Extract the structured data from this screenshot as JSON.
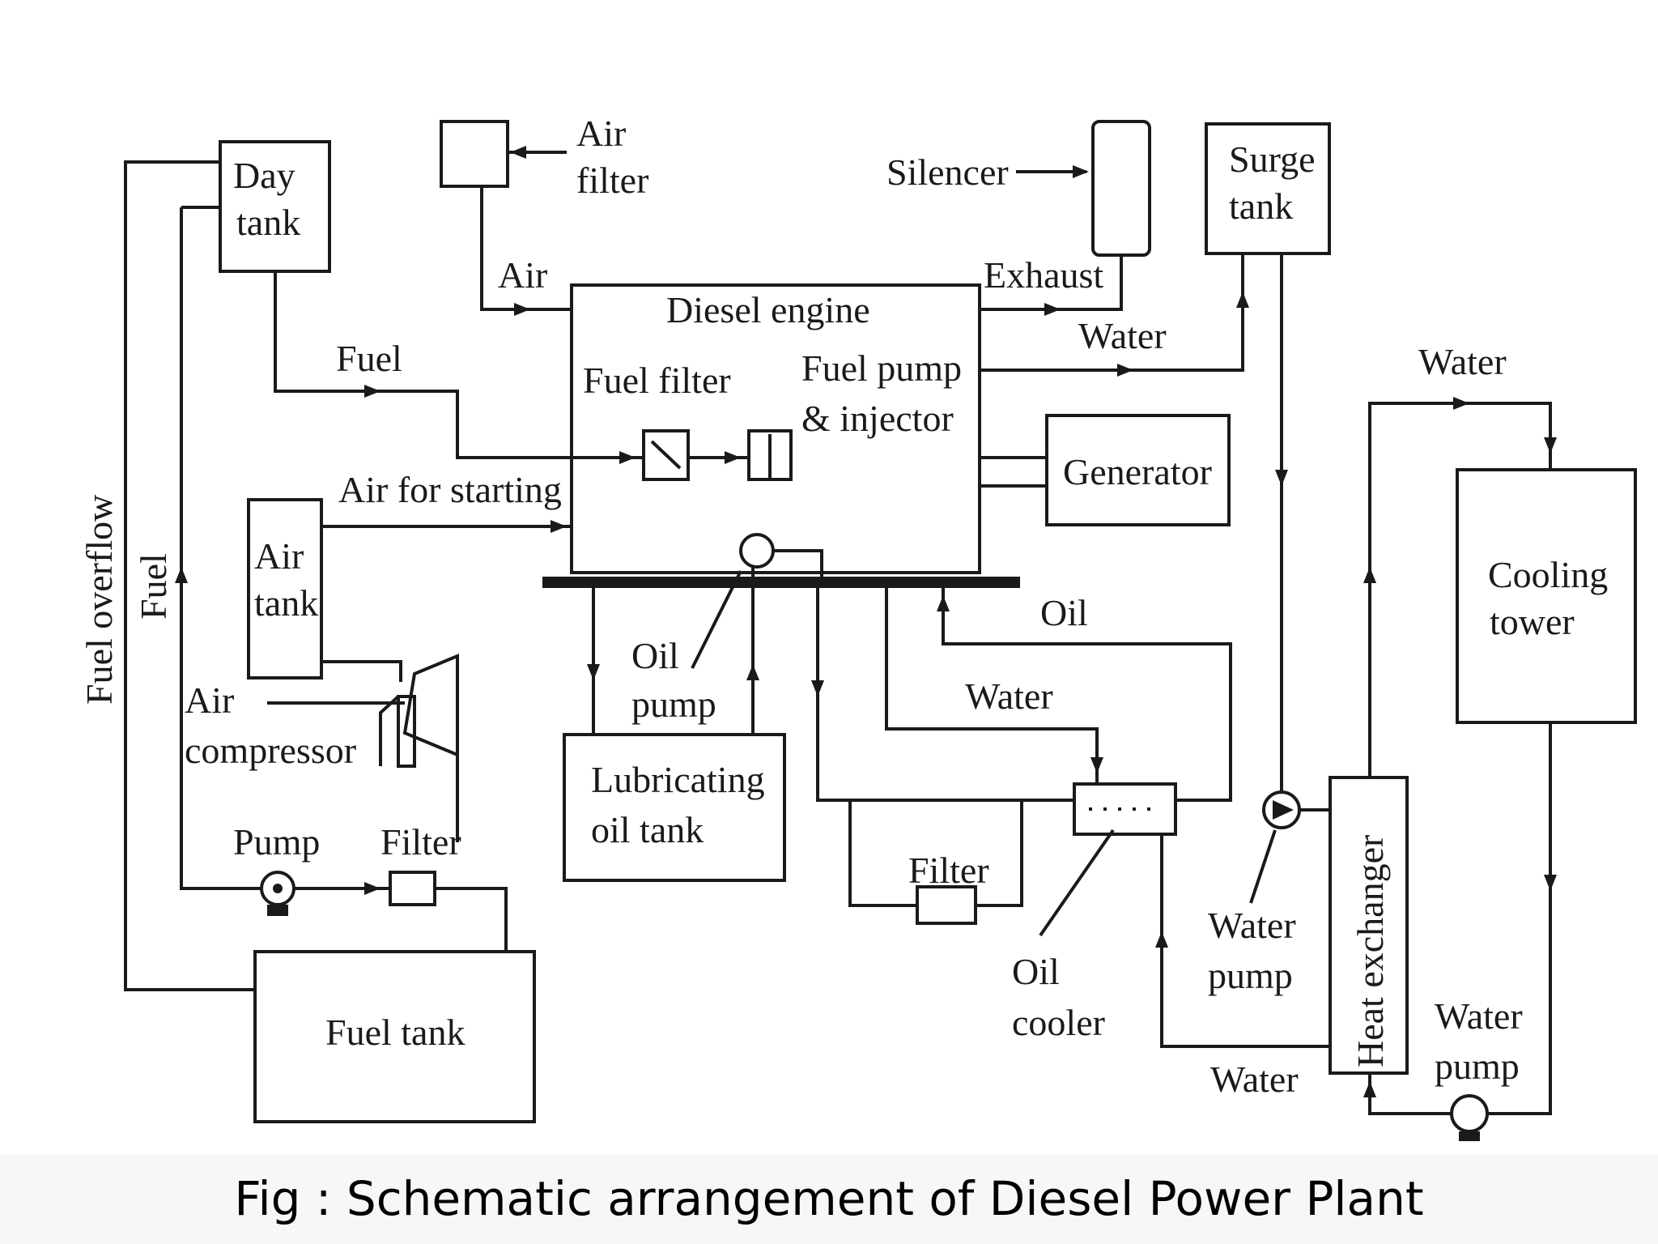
{
  "caption": "Fig : Schematic arrangement of Diesel Power Plant",
  "components": {
    "day_tank": [
      "Day",
      "tank"
    ],
    "air_filter": [
      "Air",
      "filter"
    ],
    "silencer": "Silencer",
    "surge_tank": [
      "Surge",
      "tank"
    ],
    "diesel_engine": "Diesel engine",
    "fuel_filter": "Fuel filter",
    "fuel_pump_injector": [
      "Fuel pump",
      "& injector"
    ],
    "generator": "Generator",
    "cooling_tower": [
      "Cooling",
      "tower"
    ],
    "air_tank": [
      "Air",
      "tank"
    ],
    "air_compressor": [
      "Air",
      "compressor"
    ],
    "oil_pump": [
      "Oil",
      "pump"
    ],
    "lubricating_oil_tank": [
      "Lubricating",
      "oil tank"
    ],
    "pump": "Pump",
    "filter_fuel": "Filter",
    "filter_oil": "Filter",
    "oil_cooler": [
      "Oil",
      "cooler"
    ],
    "water_pump_1": [
      "Water",
      "pump"
    ],
    "water_pump_2": [
      "Water",
      "pump"
    ],
    "heat_exchanger": "Heat exchanger",
    "fuel_tank": "Fuel tank"
  },
  "flow_labels": {
    "air": "Air",
    "exhaust": "Exhaust",
    "water_engine": "Water",
    "water_tower": "Water",
    "fuel": "Fuel",
    "air_for_starting": "Air for starting",
    "oil": "Oil",
    "water_cooler": "Water",
    "water_bottom": "Water",
    "fuel_overflow": "Fuel overflow",
    "fuel_vertical": "Fuel"
  },
  "colors": {
    "line": "#1a1a1a",
    "background": "#ffffff",
    "caption_bar": "#f7f7f7"
  }
}
